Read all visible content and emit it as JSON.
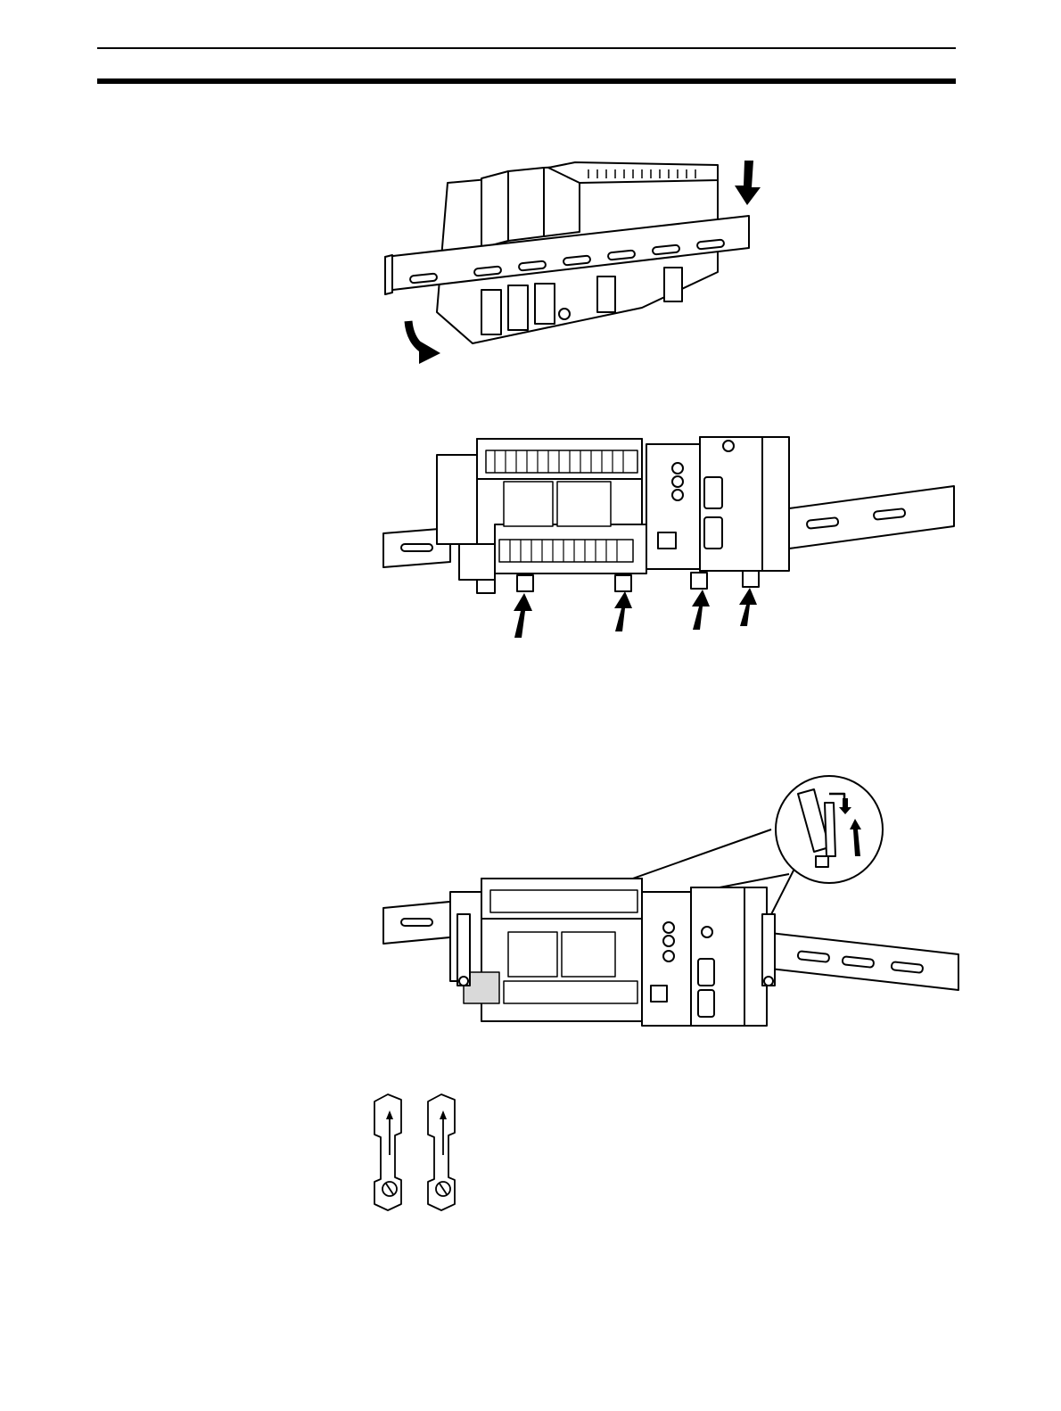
{
  "page": {
    "figures": [
      {
        "name": "din-rail-mount-tilt",
        "icon": "cpu-unit-tilted-onto-din-rail"
      },
      {
        "name": "din-rail-mount-latch",
        "icon": "cpu-unit-on-din-rail-push-latches-up"
      },
      {
        "name": "din-rail-end-plates",
        "icon": "end-plates-installed-on-din-rail"
      },
      {
        "name": "end-plate-parts",
        "icon": "two-end-plates"
      }
    ],
    "colors": {
      "ink": "#000000",
      "paper": "#ffffff",
      "shade": "#d9d9d9"
    }
  }
}
